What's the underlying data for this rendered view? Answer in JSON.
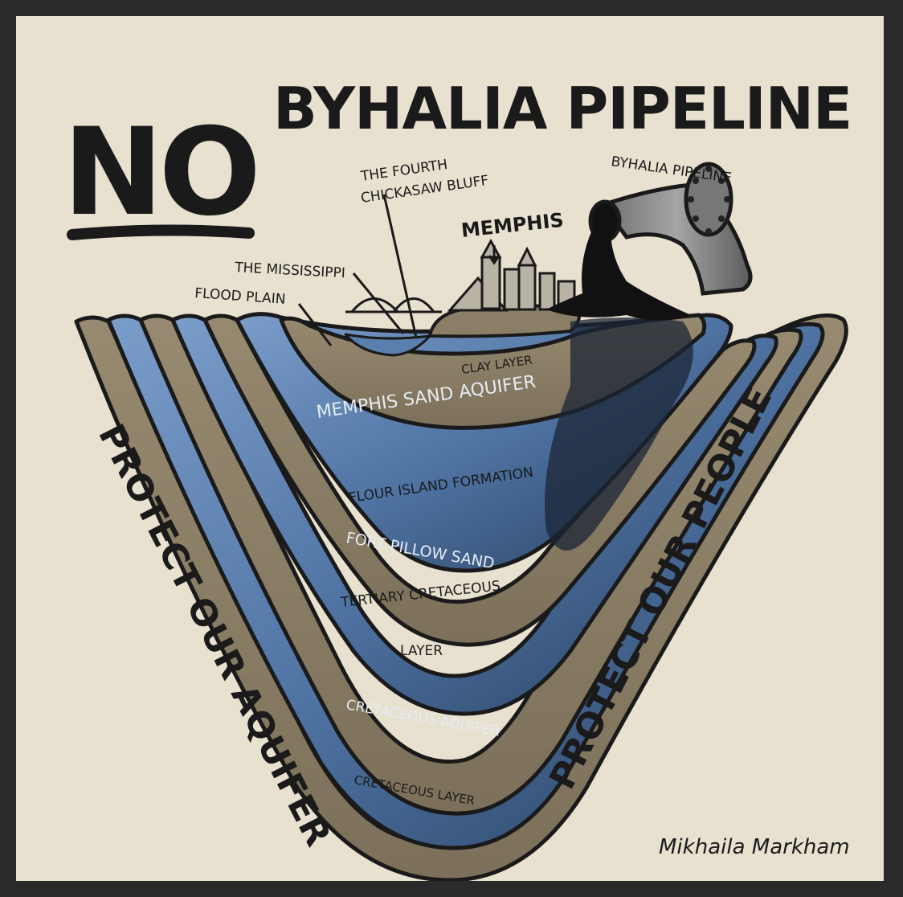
{
  "title": {
    "no": "NO",
    "rest": "BYHALIA PIPELINE"
  },
  "labels": {
    "fourth_bluff_line1": "THE FOURTH",
    "fourth_bluff_line2": "CHICKASAW BLUFF",
    "pipeline": "BYHALIA PIPELINE",
    "memphis": "MEMPHIS",
    "mississippi": "THE MISSISSIPPI",
    "flood_plain": "FLOOD PLAIN"
  },
  "layers": {
    "clay": "CLAY LAYER",
    "memphis_sand": "MEMPHIS SAND AQUIFER",
    "flour_island": "FLOUR ISLAND FORMATION",
    "fort_pillow": "FORT PILLOW SAND",
    "tertiary_line1": "TERTIARY CRETACEOUS",
    "tertiary_line2": "LAYER",
    "cretaceous_aquifer": "CRETACEOUS AQUIFER",
    "cretaceous_layer": "CRETACEOUS LAYER"
  },
  "side_text": {
    "left": "PROTECT OUR AQUIFER",
    "right": "PROTECT OUR PEOPLE"
  },
  "signature": "Mikhaila Markham",
  "colors": {
    "paper": "#e8e1d0",
    "earth": "#8a7e66",
    "water": "#5a7fae",
    "water_dark": "#2f4a6e",
    "oil": "#111111",
    "pipe": "#8c8c8c"
  }
}
